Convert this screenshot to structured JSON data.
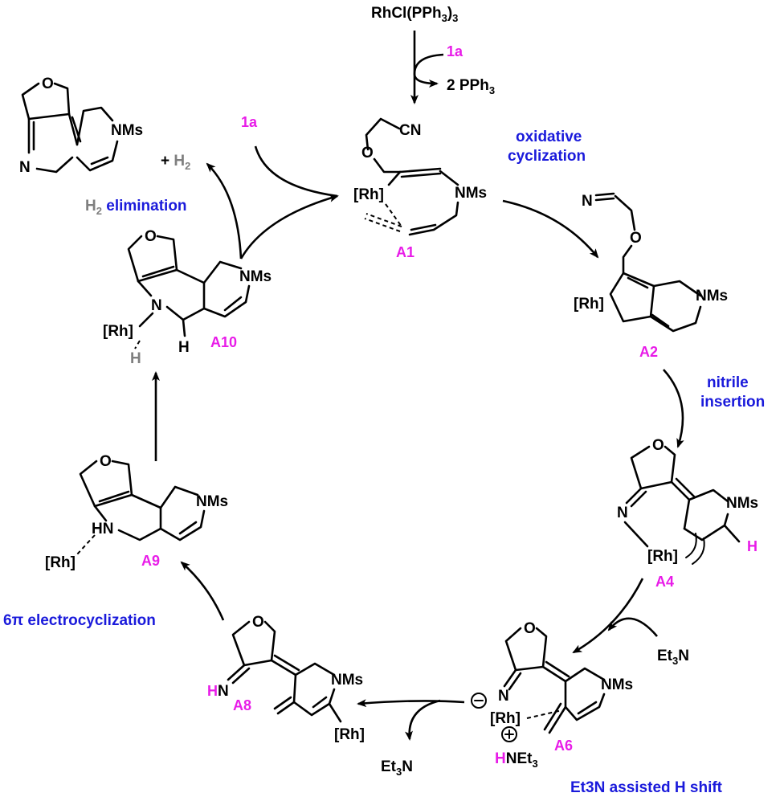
{
  "catalyst": "RhCl(PPh3)3",
  "ligand_loss": "2 PPh3",
  "reagent": "1a",
  "steps": {
    "oxidative_1": "oxidative",
    "oxidative_2": "cyclization",
    "nitrile_1": "nitrile",
    "nitrile_2": "insertion",
    "hshift": "Et3N assisted H shift",
    "electro": "6π electrocyclization",
    "h2elim": "H2 elimination"
  },
  "intermediates": [
    "A1",
    "A2",
    "A4",
    "A6",
    "A8",
    "A9",
    "A10"
  ],
  "texts": {
    "nms": "NMs",
    "rh": "[Rh]",
    "cn": "CN",
    "n": "N",
    "o": "O",
    "h": "H",
    "hn": "HN",
    "et3n": "Et3N",
    "hnet3": "HNEt3",
    "plus_h2": "+ H2"
  },
  "colors": {
    "blue": "#1a1adb",
    "magenta": "#e81ce8",
    "grey": "#7f7f7f"
  }
}
